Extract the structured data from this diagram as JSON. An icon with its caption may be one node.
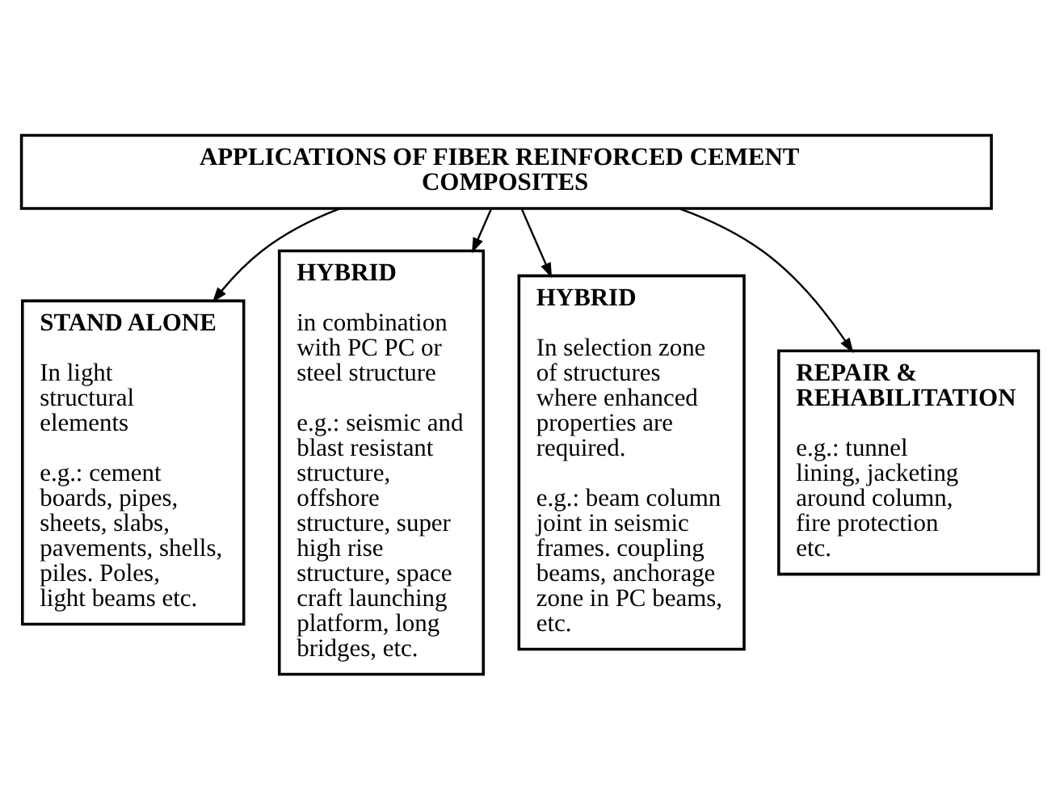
{
  "diagram": {
    "nodes": [
      {
        "text": [
          "APPLICATIONS OF FIBER REINFORCED CEMENT COMPOSITES"
        ]
      },
      {
        "text": [
          "STAND ALONE",
          "In light structural elements",
          "e.g.: cement boards, pipes, sheets, slabs, pavements, shells, piles. Poles, light beams etc."
        ]
      },
      {
        "text": [
          "HYBRID",
          "in combination with PC PC or steel structure",
          "e.g.: seismic and blast resistant structure, offshore structure, super high rise structure, space craft launching platform, long bridges, etc."
        ]
      },
      {
        "text": [
          "HYBRID",
          "In selection zone of structures where enhanced properties are required.",
          "e.g.: beam column joint in seismic frames. coupling beams, anchorage zone in PC beams, etc."
        ]
      },
      {
        "text": [
          "REPAIR & REHABILITATION",
          "e.g.: tunnel lining, jacketing around column, fire protection etc."
        ]
      }
    ],
    "edges": [
      {
        "from": 0,
        "to": 1,
        "arrow": "to"
      },
      {
        "from": 0,
        "to": 2,
        "arrow": "to"
      },
      {
        "from": 0,
        "to": 3,
        "arrow": "to"
      },
      {
        "from": 0,
        "to": 4,
        "arrow": "to"
      }
    ]
  }
}
